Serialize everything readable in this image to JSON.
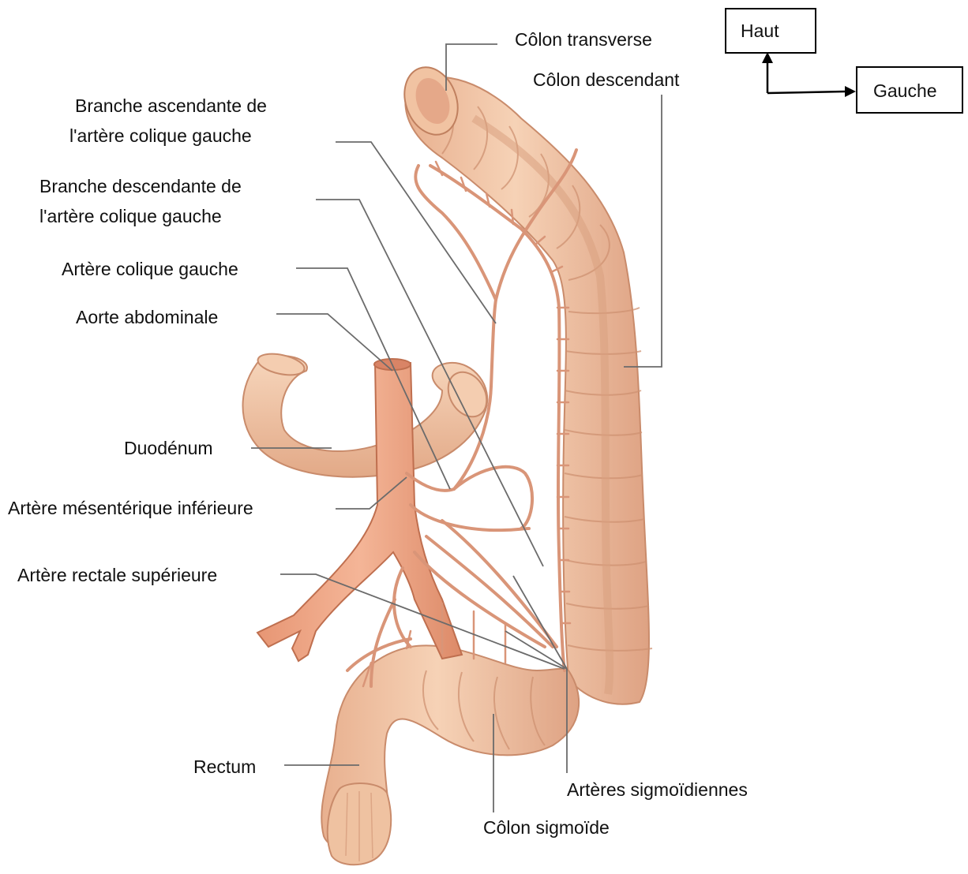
{
  "labels": {
    "colon_transverse": "Côlon  transverse",
    "colon_descendant": "Côlon descendant",
    "branche_ascendante_l1": "Branche    ascendante    de",
    "branche_ascendante_l2": "l'artère colique gauche",
    "branche_descendante_l1": "Branche    descendante    de",
    "branche_descendante_l2": "l'artère colique gauche",
    "artere_colique_gauche": "Artère colique gauche",
    "aorte_abdominale": "Aorte abdominale",
    "duodenum": "Duodénum",
    "artere_mesenterique_inferieure": "Artère mésentérique inférieure",
    "artere_rectale_superieure": "Artère rectale supérieure",
    "rectum": "Rectum",
    "arteres_sigmoidiennes": "Artères sigmoïdiennes",
    "colon_sigmoide": "Côlon sigmoïde"
  },
  "orientation": {
    "up": "Haut",
    "left": "Gauche"
  },
  "colors": {
    "tissue": "#f2c6a4",
    "tissue_shadow": "#d99f7e",
    "artery": "#e9a585",
    "artery_edge": "#c07c5e",
    "leader": "#6b6b6b"
  }
}
